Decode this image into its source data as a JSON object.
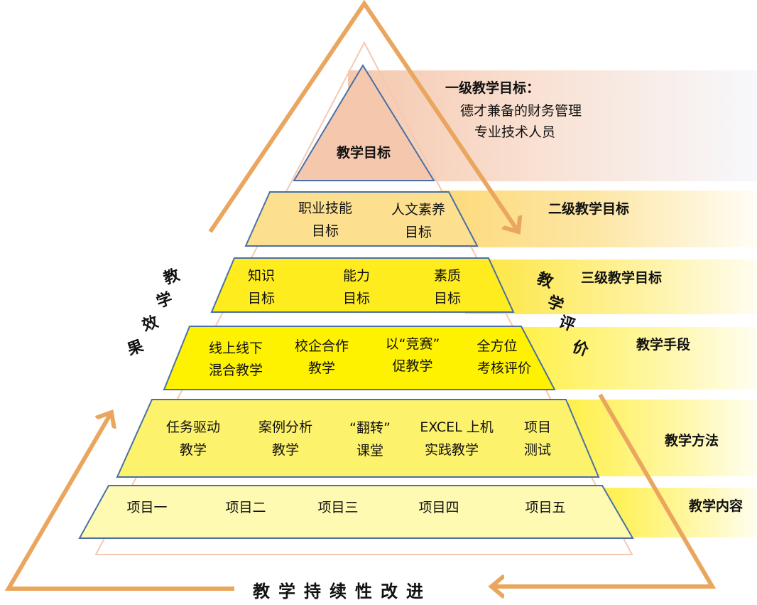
{
  "title_bottom": "教学持续性改进",
  "colors": {
    "arrow": "#eaa65f",
    "outline": "#4a6fa5",
    "peach": "#f5c8ad",
    "yellow": "#fff200"
  },
  "left_label": [
    "教",
    "学",
    "效",
    "果"
  ],
  "right_label": [
    "教",
    "学",
    "评",
    "价"
  ],
  "level1": {
    "apex": "教学目标",
    "band_title": "一级教学目标：",
    "band_lines": [
      "德才兼备的财务管理",
      "专业技术人员"
    ]
  },
  "level2": {
    "band_title": "二级教学目标",
    "items": [
      [
        "职业技能",
        "目标"
      ],
      [
        "人文素养",
        "目标"
      ]
    ]
  },
  "level3": {
    "band_title": "三级教学目标",
    "items": [
      [
        "知识",
        "目标"
      ],
      [
        "能力",
        "目标"
      ],
      [
        "素质",
        "目标"
      ]
    ]
  },
  "level4": {
    "band_title": "教学手段",
    "items": [
      [
        "线上线下",
        "混合教学"
      ],
      [
        "校企合作",
        "教学"
      ],
      [
        "以“竞赛”",
        "促教学"
      ],
      [
        "全方位",
        "考核评价"
      ]
    ]
  },
  "level5": {
    "band_title": "教学方法",
    "items": [
      [
        "任务驱动",
        "教学"
      ],
      [
        "案例分析",
        "教学"
      ],
      [
        "“翻转”",
        "课堂"
      ],
      [
        "EXCEL 上机",
        "实践教学"
      ],
      [
        "项目",
        "测试"
      ]
    ]
  },
  "level6": {
    "band_title": "教学内容",
    "items": [
      "项目一",
      "项目二",
      "项目三",
      "项目四",
      "项目五"
    ]
  }
}
